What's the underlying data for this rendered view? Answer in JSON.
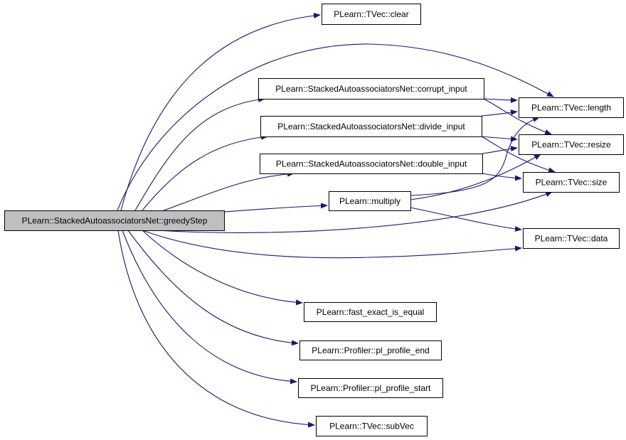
{
  "colors": {
    "edge": "#191970",
    "node_fill": "#ffffff",
    "root_fill": "#bfbfbf",
    "node_border": "#000000"
  },
  "nodes": [
    {
      "id": "greedyStep",
      "label": "PLearn::StackedAutoassociatorsNet::greedyStep",
      "root": true
    },
    {
      "id": "clear",
      "label": "PLearn::TVec::clear"
    },
    {
      "id": "corrupt_input",
      "label": "PLearn::StackedAutoassociatorsNet::corrupt_input"
    },
    {
      "id": "divide_input",
      "label": "PLearn::StackedAutoassociatorsNet::divide_input"
    },
    {
      "id": "double_input",
      "label": "PLearn::StackedAutoassociatorsNet::double_input"
    },
    {
      "id": "multiply",
      "label": "PLearn::multiply"
    },
    {
      "id": "length",
      "label": "PLearn::TVec::length"
    },
    {
      "id": "resize",
      "label": "PLearn::TVec::resize"
    },
    {
      "id": "size",
      "label": "PLearn::TVec::size"
    },
    {
      "id": "data",
      "label": "PLearn::TVec::data"
    },
    {
      "id": "fast_exact_is_equal",
      "label": "PLearn::fast_exact_is_equal"
    },
    {
      "id": "pl_profile_end",
      "label": "PLearn::Profiler::pl_profile_end"
    },
    {
      "id": "pl_profile_start",
      "label": "PLearn::Profiler::pl_profile_start"
    },
    {
      "id": "subVec",
      "label": "PLearn::TVec::subVec"
    }
  ],
  "edges": [
    {
      "from": "greedyStep",
      "to": "clear"
    },
    {
      "from": "greedyStep",
      "to": "length"
    },
    {
      "from": "greedyStep",
      "to": "corrupt_input"
    },
    {
      "from": "greedyStep",
      "to": "divide_input"
    },
    {
      "from": "greedyStep",
      "to": "double_input"
    },
    {
      "from": "greedyStep",
      "to": "multiply"
    },
    {
      "from": "greedyStep",
      "to": "size"
    },
    {
      "from": "greedyStep",
      "to": "data"
    },
    {
      "from": "greedyStep",
      "to": "fast_exact_is_equal"
    },
    {
      "from": "greedyStep",
      "to": "pl_profile_end"
    },
    {
      "from": "greedyStep",
      "to": "pl_profile_start"
    },
    {
      "from": "greedyStep",
      "to": "subVec"
    },
    {
      "from": "corrupt_input",
      "to": "length"
    },
    {
      "from": "corrupt_input",
      "to": "resize"
    },
    {
      "from": "divide_input",
      "to": "length"
    },
    {
      "from": "divide_input",
      "to": "resize"
    },
    {
      "from": "divide_input",
      "to": "size"
    },
    {
      "from": "double_input",
      "to": "resize"
    },
    {
      "from": "double_input",
      "to": "size"
    },
    {
      "from": "multiply",
      "to": "length"
    },
    {
      "from": "multiply",
      "to": "resize"
    },
    {
      "from": "multiply",
      "to": "data"
    }
  ]
}
